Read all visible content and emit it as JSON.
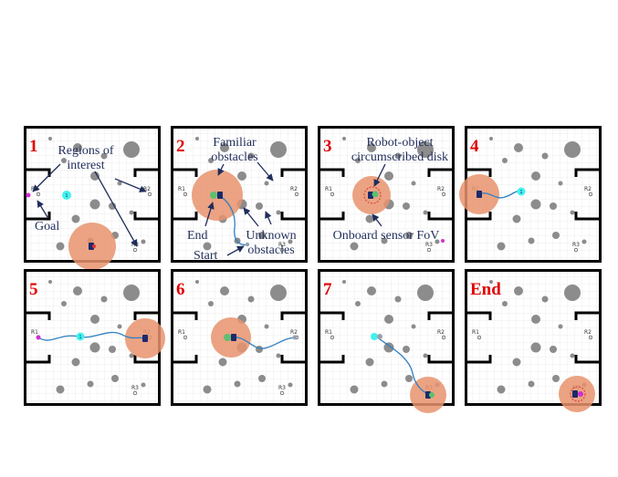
{
  "panels": [
    {
      "label": "1"
    },
    {
      "label": "2"
    },
    {
      "label": "3"
    },
    {
      "label": "4"
    },
    {
      "label": "5"
    },
    {
      "label": "6"
    },
    {
      "label": "7"
    },
    {
      "label": "End"
    }
  ],
  "room_labels": {
    "r1": "R1",
    "r2": "R2",
    "r3": "R3"
  },
  "goal_marker_text": "1",
  "annotations": {
    "regions_line1": "Regions of",
    "regions_line2": "interest",
    "goal": "Goal",
    "familiar_line1": "Familiar",
    "familiar_line2": "obstacles",
    "end": "End",
    "start": "Start",
    "unknown_line1": "Unknown",
    "unknown_line2": "obstacles",
    "disk_line1": "Robot-object",
    "disk_line2": "circumscribed disk",
    "fov": "Onboard sensor FoV"
  },
  "colors": {
    "fov": "#e8936d",
    "obstacle": "#8c8c8c",
    "path": "#2f7fc1",
    "goal": "#3ff2ee",
    "grid": "#e6e6e6",
    "wall": "#000000",
    "label": "#e00000",
    "annotation": "#1f2d5a",
    "magenta": "#d12fd1"
  }
}
